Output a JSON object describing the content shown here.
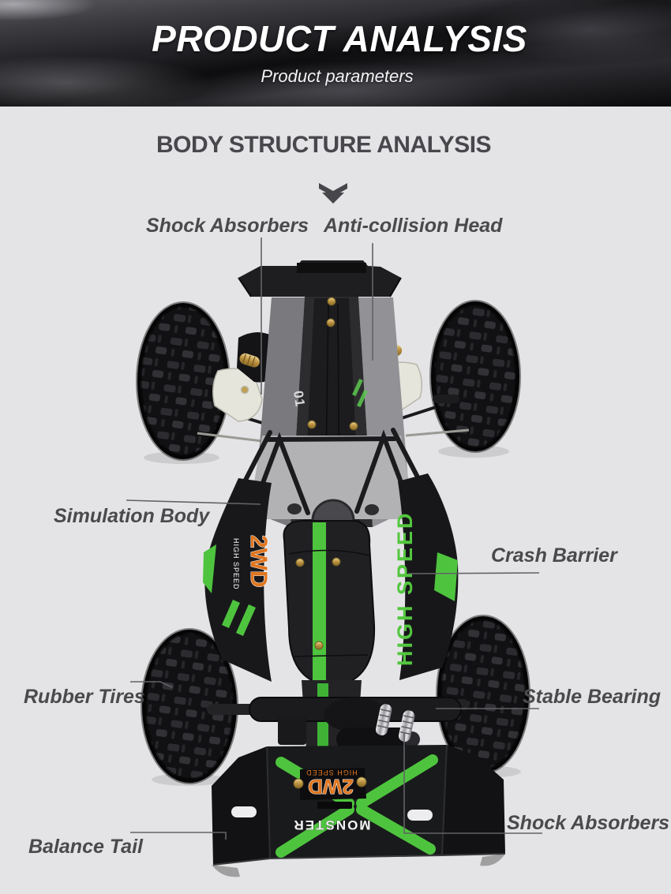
{
  "header": {
    "title": "PRODUCT ANALYSIS",
    "subtitle": "Product parameters"
  },
  "analysis": {
    "heading": "BODY STRUCTURE ANALYSIS"
  },
  "callouts": {
    "shock_absorbers_top": {
      "label": "Shock Absorbers"
    },
    "anti_collision_head": {
      "label": "Anti-collision Head"
    },
    "simulation_body": {
      "label": "Simulation Body"
    },
    "crash_barrier": {
      "label": "Crash Barrier"
    },
    "rubber_tires": {
      "label": "Rubber Tires"
    },
    "stable_bearing": {
      "label": "Stable Bearing"
    },
    "balance_tail": {
      "label": "Balance Tail"
    },
    "shock_absorbers_bottom": {
      "label": "Shock Absorbers"
    }
  },
  "car_decals": {
    "side_2wd": "2WD",
    "side_high_speed_small": "HIGH SPEED",
    "side_high_speed": "HIGH SPEED",
    "body_number": "01",
    "tail_high_speed": "HIGH SPEED",
    "tail_2wd": "2WD",
    "tail_monster": "MONSTER"
  },
  "colors": {
    "accent_green": "#4ec43e",
    "accent_orange": "#e0761f",
    "label_text": "#4a4a4c",
    "page_background": "#e4e4e6"
  }
}
